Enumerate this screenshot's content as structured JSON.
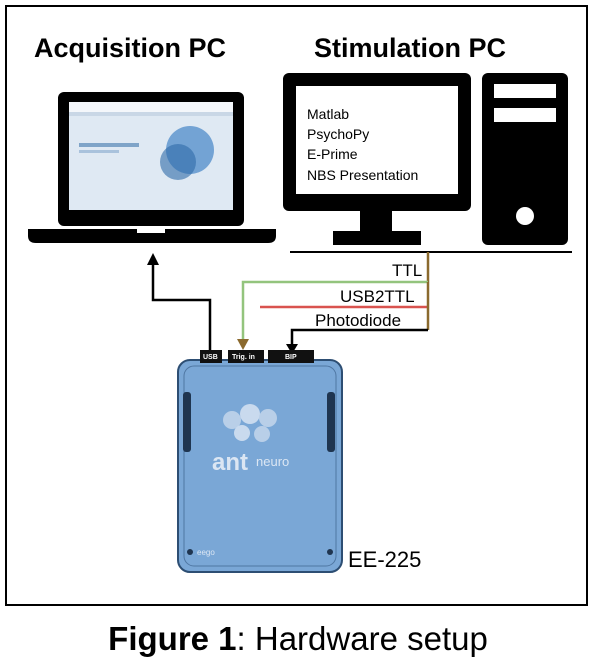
{
  "headings": {
    "acquisition": "Acquisition PC",
    "stimulation": "Stimulation PC"
  },
  "stim_software": [
    "Matlab",
    "PsychoPy",
    "E-Prime",
    "NBS Presentation"
  ],
  "signals": {
    "ttl": "TTL",
    "usb2ttl": "USB2TTL",
    "photodiode": "Photodiode"
  },
  "ports": {
    "usb": "USB",
    "trig_in": "Trig. in",
    "bip": "BIP"
  },
  "device": {
    "model": "EE-225",
    "brand": "ant",
    "brand_suffix": "neuro",
    "product": "eego"
  },
  "caption": {
    "label": "Figure 1",
    "text": ": Hardware setup"
  },
  "colors": {
    "ttl_line": "#8b6a2e",
    "usb2ttl_line": "#93c47d",
    "red_line": "#d9534f",
    "device_body": "#7aa7d6"
  }
}
